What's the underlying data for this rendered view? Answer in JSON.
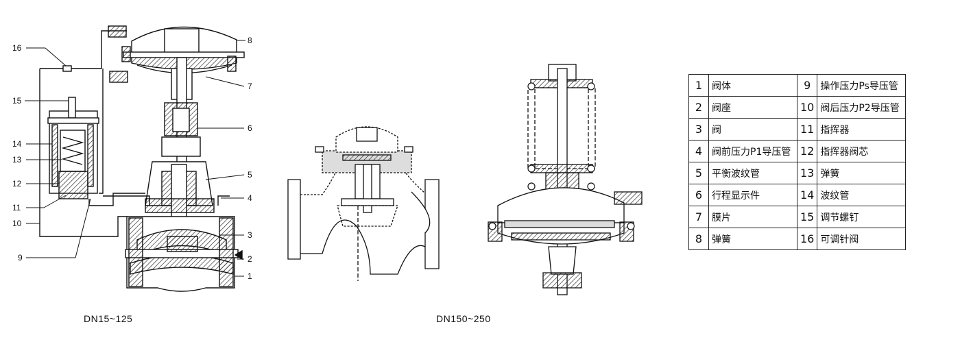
{
  "callouts": [
    "16",
    "15",
    "14",
    "13",
    "12",
    "11",
    "10",
    "9",
    "8",
    "7",
    "6",
    "5",
    "4",
    "3",
    "2",
    "1"
  ],
  "captions": {
    "left": "DN15~125",
    "right": "DN150~250"
  },
  "legend": [
    {
      "n1": "1",
      "t1": "阀体",
      "n2": "9",
      "t2": "操作压力Ps导压管"
    },
    {
      "n1": "2",
      "t1": "阀座",
      "n2": "10",
      "t2": "阀后压力P2导压管"
    },
    {
      "n1": "3",
      "t1": "阀",
      "n2": "11",
      "t2": "指挥器"
    },
    {
      "n1": "4",
      "t1": "阀前压力P1导压管",
      "n2": "12",
      "t2": "指挥器阀芯"
    },
    {
      "n1": "5",
      "t1": "平衡波纹管",
      "n2": "13",
      "t2": "弹簧"
    },
    {
      "n1": "6",
      "t1": "行程显示件",
      "n2": "14",
      "t2": "波纹管"
    },
    {
      "n1": "7",
      "t1": "膜片",
      "n2": "15",
      "t2": "调节螺钉"
    },
    {
      "n1": "8",
      "t1": "弹簧",
      "n2": "16",
      "t2": "可调针阀"
    }
  ]
}
